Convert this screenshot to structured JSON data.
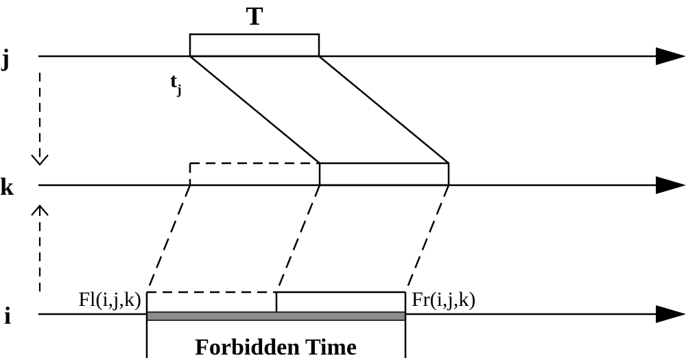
{
  "diagram": {
    "nodes": {
      "j": "j",
      "k": "k",
      "i": "i"
    },
    "window_label": "T",
    "start_time_label": "t",
    "start_time_subscript": "j",
    "left_bound_label": "Fl(i,j,k)",
    "right_bound_label": "Fr(i,j,k)",
    "forbidden_label": "Forbidden Time",
    "colors": {
      "stroke": "#000000",
      "forbidden_fill": "#8c8c8c",
      "background": "#ffffff"
    }
  }
}
